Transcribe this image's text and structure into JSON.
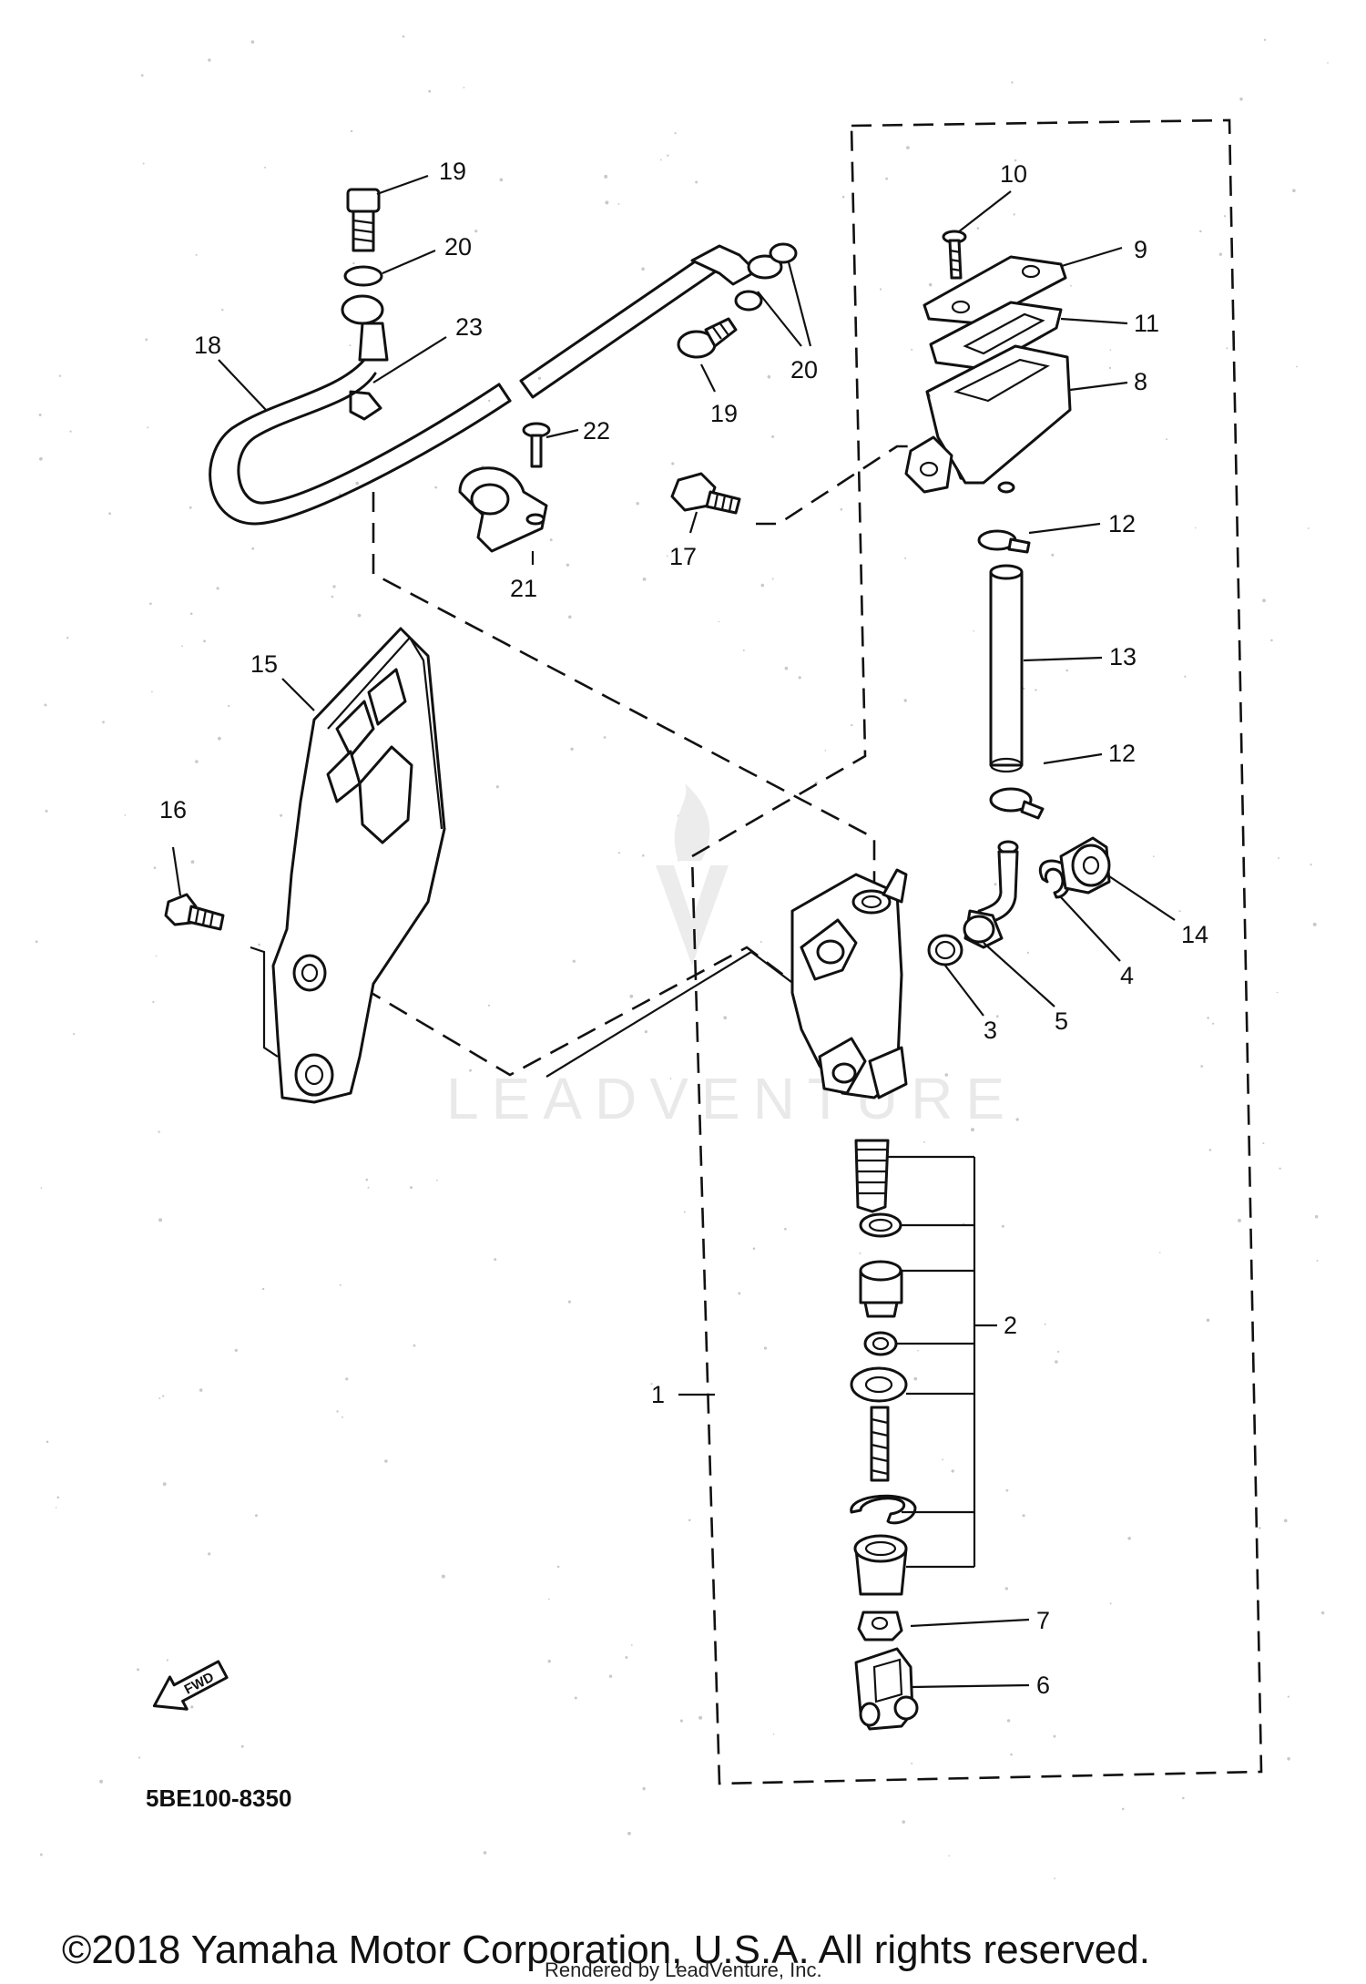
{
  "diagram_code": "5BE100-8350",
  "watermark": "LEADVENTURE",
  "copyright": "©2018 Yamaha Motor Corporation, U.S.A. All rights reserved.",
  "rendered_by": "Rendered by LeadVenture, Inc.",
  "fwd_label": "FWD",
  "callouts": {
    "c1": "1",
    "c2": "2",
    "c3": "3",
    "c4": "4",
    "c5": "5",
    "c6": "6",
    "c7": "7",
    "c8": "8",
    "c9": "9",
    "c10": "10",
    "c11": "11",
    "c12a": "12",
    "c12b": "12",
    "c13": "13",
    "c14": "14",
    "c15": "15",
    "c16": "16",
    "c17": "17",
    "c18": "18",
    "c19a": "19",
    "c19b": "19",
    "c20a": "20",
    "c20b": "20",
    "c21": "21",
    "c22": "22",
    "c23": "23"
  },
  "icons": [
    "arrow-fwd-icon"
  ]
}
